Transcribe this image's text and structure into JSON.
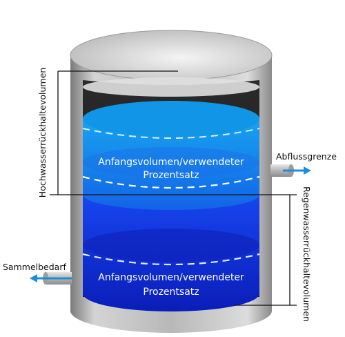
{
  "labels": {
    "upper_volume": "Anfangsvolumen/verwendeter",
    "upper_volume_2": "Prozentsatz",
    "lower_volume": "Anfangsvolumen/verwendeter",
    "lower_volume_2": "Prozentsatz",
    "flood_retention": "Hochwasserrückhaltevolumen",
    "rain_retention": "Regenwasserrückhaltevolumen",
    "outflow_limit": "Abflussgrenze",
    "collection_demand": "Sammelbedarf"
  },
  "colors": {
    "arrow": "#1a8fd8",
    "tank_shell": "#a9a9a9",
    "water_upper": "#1e7fe0",
    "water_lower": "#1337d6",
    "lines": "#111111"
  }
}
